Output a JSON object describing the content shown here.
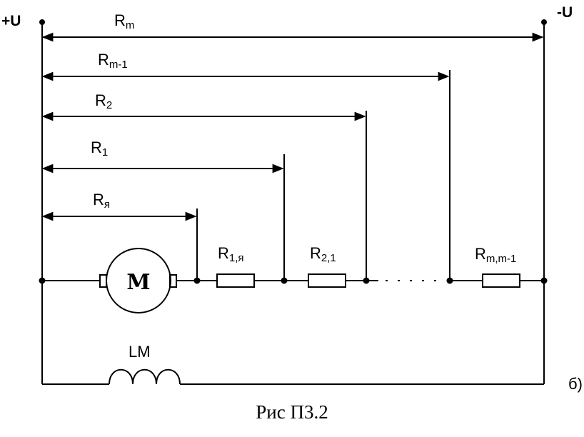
{
  "terminals": {
    "plus": "+U",
    "minus": "-U"
  },
  "bus_labels": {
    "rm": {
      "main": "R",
      "sub": "m"
    },
    "rm1": {
      "main": "R",
      "sub": "m-1"
    },
    "r2": {
      "main": "R",
      "sub": "2"
    },
    "r1": {
      "main": "R",
      "sub": "1"
    },
    "rya": {
      "main": "R",
      "sub": "я"
    }
  },
  "resistor_labels": {
    "r1ya": {
      "main": "R",
      "sub": "1,я"
    },
    "r21": {
      "main": "R",
      "sub": "2,1"
    },
    "rmm1": {
      "main": "R",
      "sub": "m,m-1"
    }
  },
  "motor_label": "M",
  "coil_label": "LM",
  "side_label": "б)",
  "caption": "Рис П3.2"
}
